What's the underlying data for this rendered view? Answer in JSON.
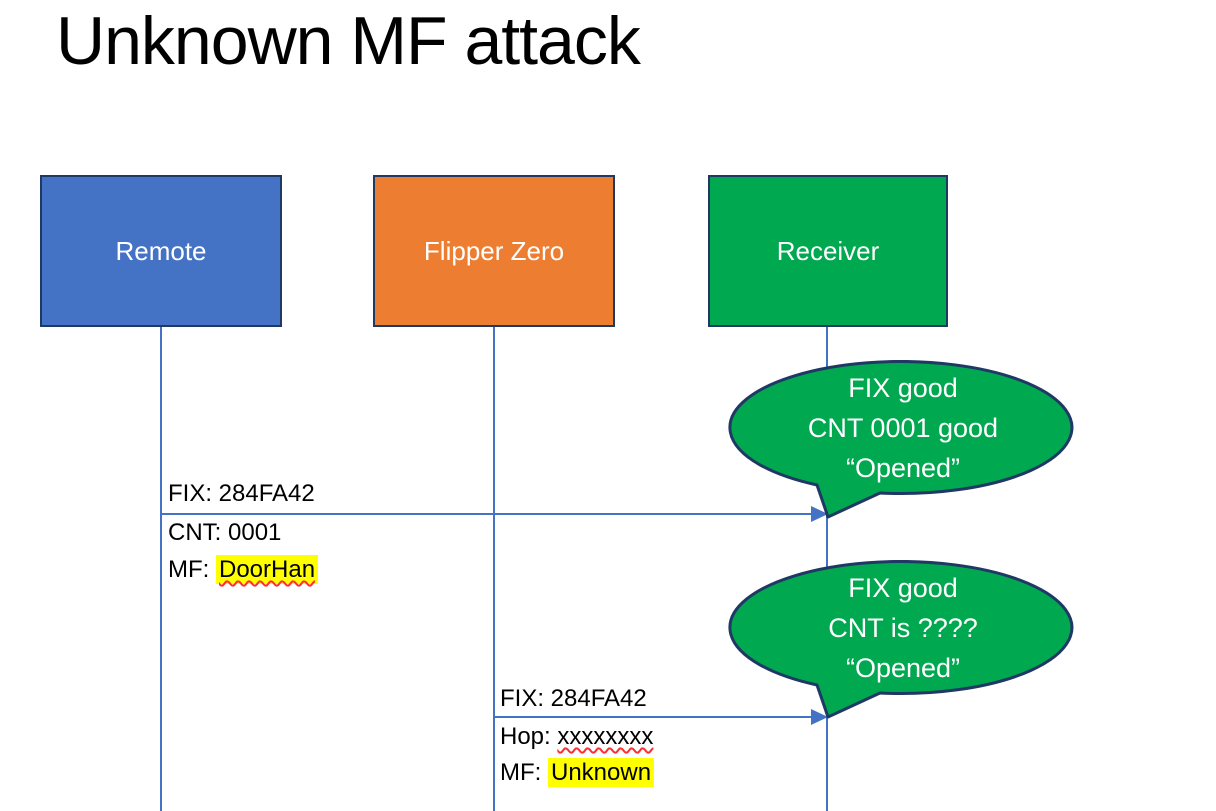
{
  "title": "Unknown MF attack",
  "colors": {
    "remote_fill": "#4472C4",
    "flipper_fill": "#ED7D31",
    "receiver_fill": "#00A850",
    "box_border": "#1F3864",
    "lifeline": "#4472C4",
    "arrow": "#4472C4",
    "bubble_fill": "#00A850",
    "bubble_border": "#1F3864",
    "highlight": "#FFFF00",
    "squiggle": "#FF2E2E"
  },
  "actors": [
    {
      "label": "Remote"
    },
    {
      "label": "Flipper Zero"
    },
    {
      "label": "Receiver"
    }
  ],
  "messages": [
    {
      "from": "Remote",
      "to": "Receiver",
      "above": "FIX: 284FA42",
      "below1": "CNT: 0001",
      "below2_prefix": "MF: ",
      "below2_value": "DoorHan"
    },
    {
      "from": "Flipper Zero",
      "to": "Receiver",
      "above": "FIX: 284FA42",
      "below1_prefix": "Hop: ",
      "below1_value": "xxxxxxxx",
      "below2_prefix": "MF: ",
      "below2_value": "Unknown"
    }
  ],
  "bubbles": [
    {
      "lines": [
        "FIX good",
        "CNT 0001 good",
        "“Opened”"
      ]
    },
    {
      "lines": [
        "FIX good",
        "CNT is ????",
        "“Opened”"
      ]
    }
  ]
}
